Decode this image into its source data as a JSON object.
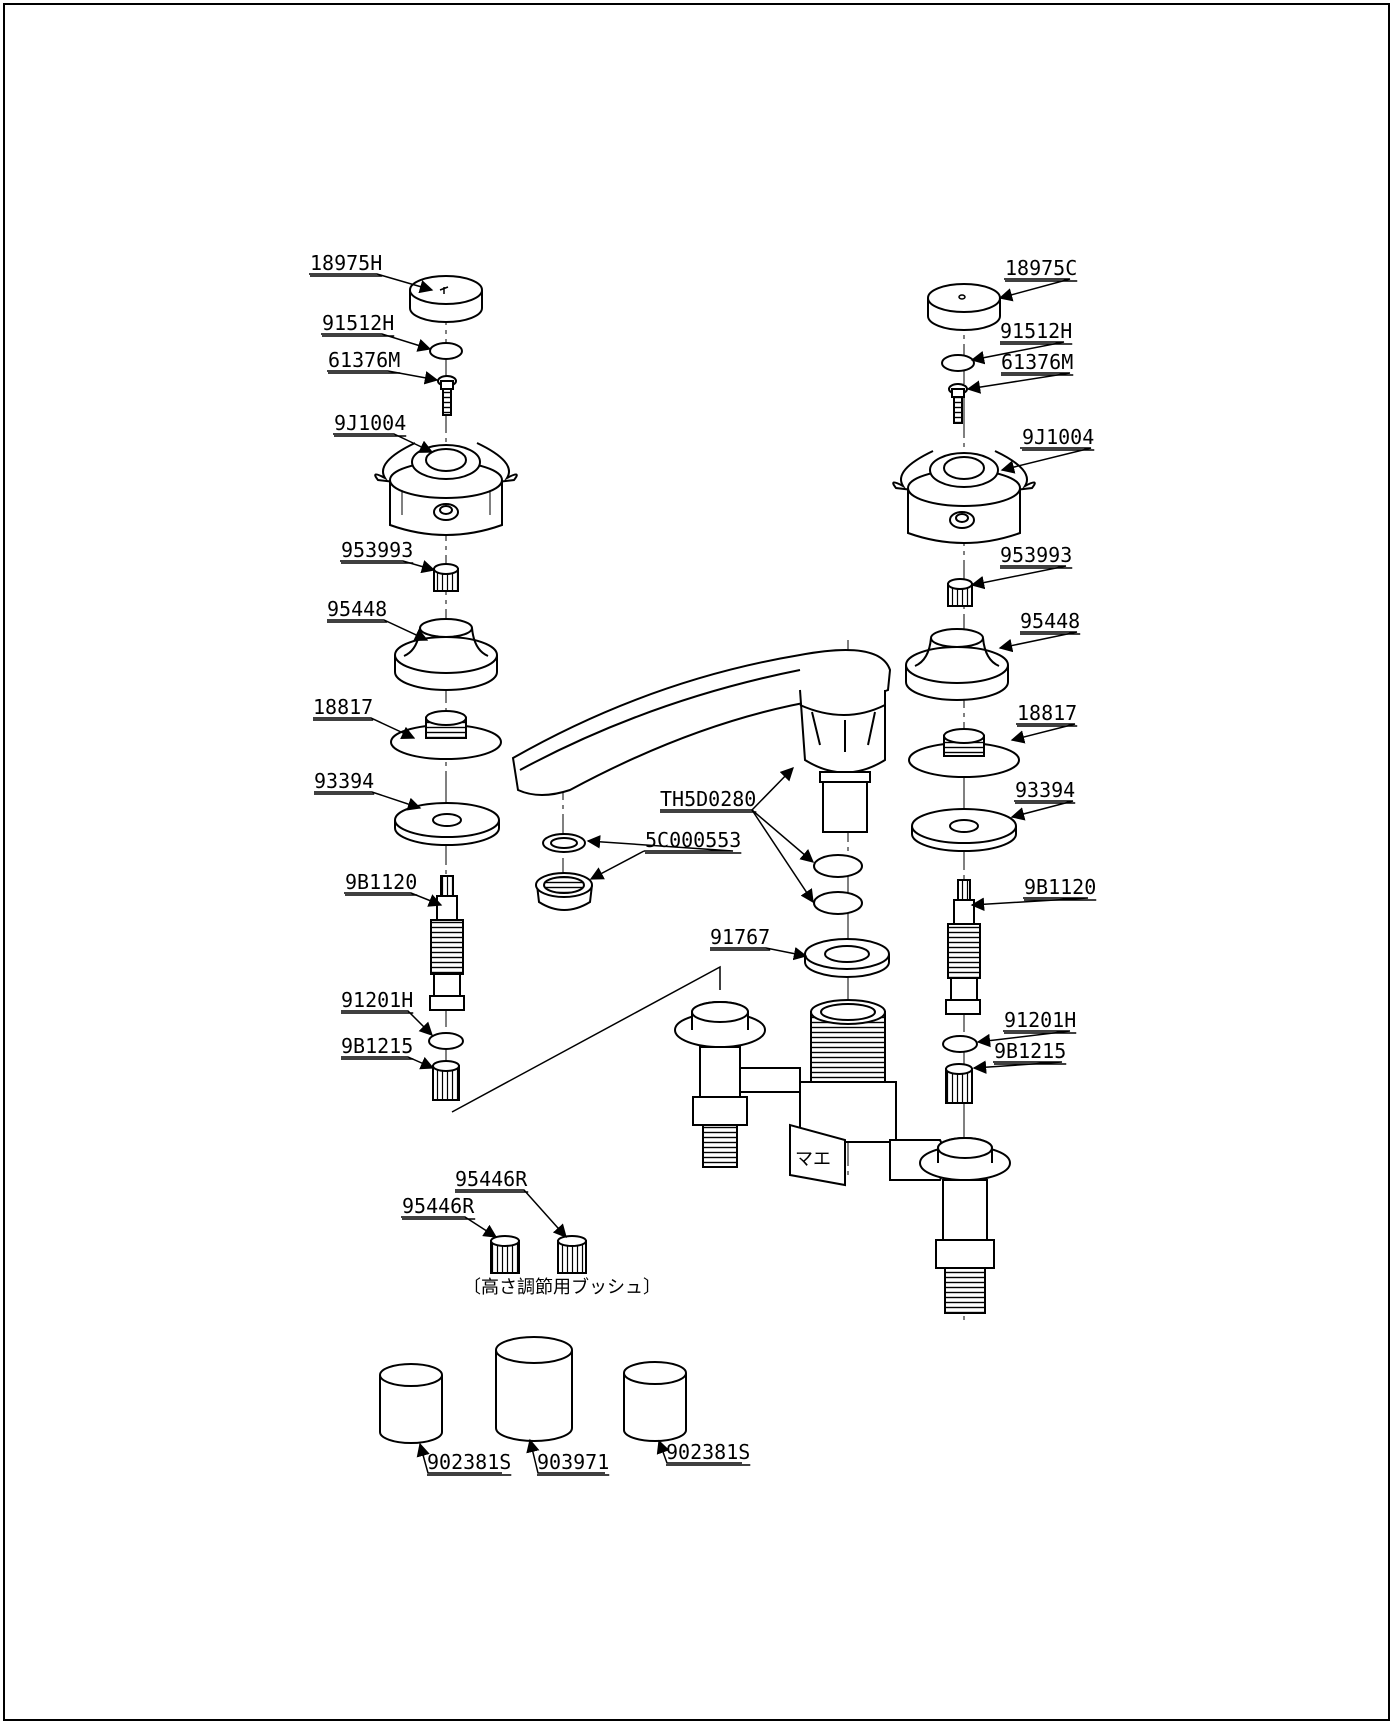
{
  "labels": {
    "l_18975H": "18975H",
    "l_91512H_l": "91512H",
    "l_61376M_l": "61376M",
    "l_9J1004_l": "9J1004",
    "l_953993_l": "953993",
    "l_95448_l": "95448",
    "l_18817_l": "18817",
    "l_93394_l": "93394",
    "l_9B1120_l": "9B1120",
    "l_91201H_l": "91201H",
    "l_9B1215_l": "9B1215",
    "l_18975C": "18975C",
    "l_91512H_r": "91512H",
    "l_61376M_r": "61376M",
    "l_9J1004_r": "9J1004",
    "l_953993_r": "953993",
    "l_95448_r": "95448",
    "l_18817_r": "18817",
    "l_93394_r": "93394",
    "l_9B1120_r": "9B1120",
    "l_91201H_r": "91201H",
    "l_9B1215_r": "9B1215",
    "l_TH5D0280": "TH5D0280",
    "l_5C000553": "5C000553",
    "l_91767": "91767",
    "l_95446R_a": "95446R",
    "l_95446R_b": "95446R",
    "l_902381S_a": "902381S",
    "l_903971": "903971",
    "l_902381S_b": "902381S"
  },
  "bushing_note": "〔高さ調節用ブッシュ〕",
  "seal_text": "マエ"
}
